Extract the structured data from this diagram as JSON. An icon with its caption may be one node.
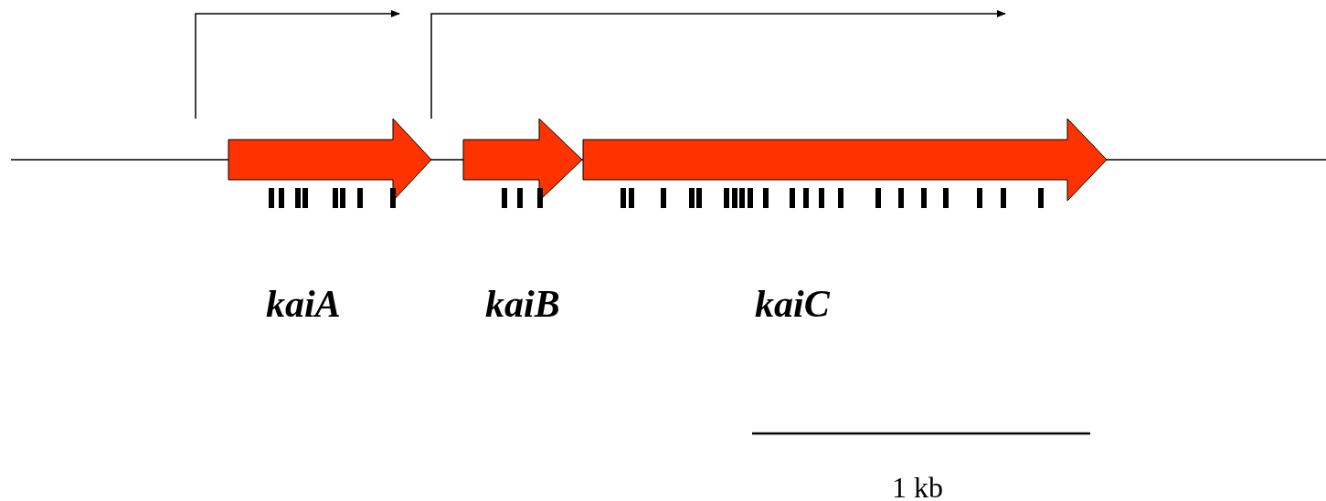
{
  "diagram": {
    "labels": [
      "kaiA",
      "kaiB",
      "kaiC",
      "1 kb"
    ]
  }
}
